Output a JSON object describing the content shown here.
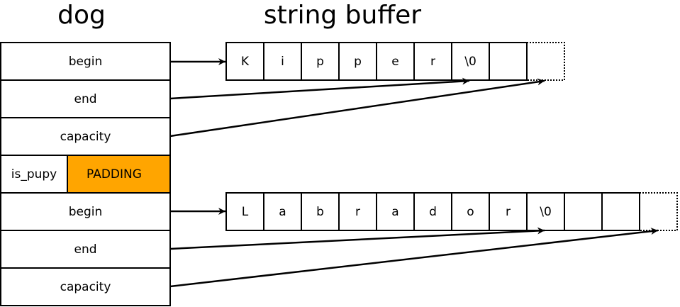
{
  "titles": {
    "left": "dog",
    "right": "string buffer"
  },
  "struct": {
    "field_begin_1": "begin",
    "field_end_1": "end",
    "field_capacity_1": "capacity",
    "field_is_pupy": "is_pupy",
    "field_padding": "PADDING",
    "field_begin_2": "begin",
    "field_end_2": "end",
    "field_capacity_2": "capacity"
  },
  "colors": {
    "padding": "#ffa500",
    "stroke": "#000000"
  },
  "buffer1": {
    "chars": [
      "K",
      "i",
      "p",
      "p",
      "e",
      "r",
      "\\0",
      ""
    ]
  },
  "buffer2": {
    "chars": [
      "L",
      "a",
      "b",
      "r",
      "a",
      "d",
      "o",
      "r",
      "\\0",
      "",
      ""
    ]
  }
}
